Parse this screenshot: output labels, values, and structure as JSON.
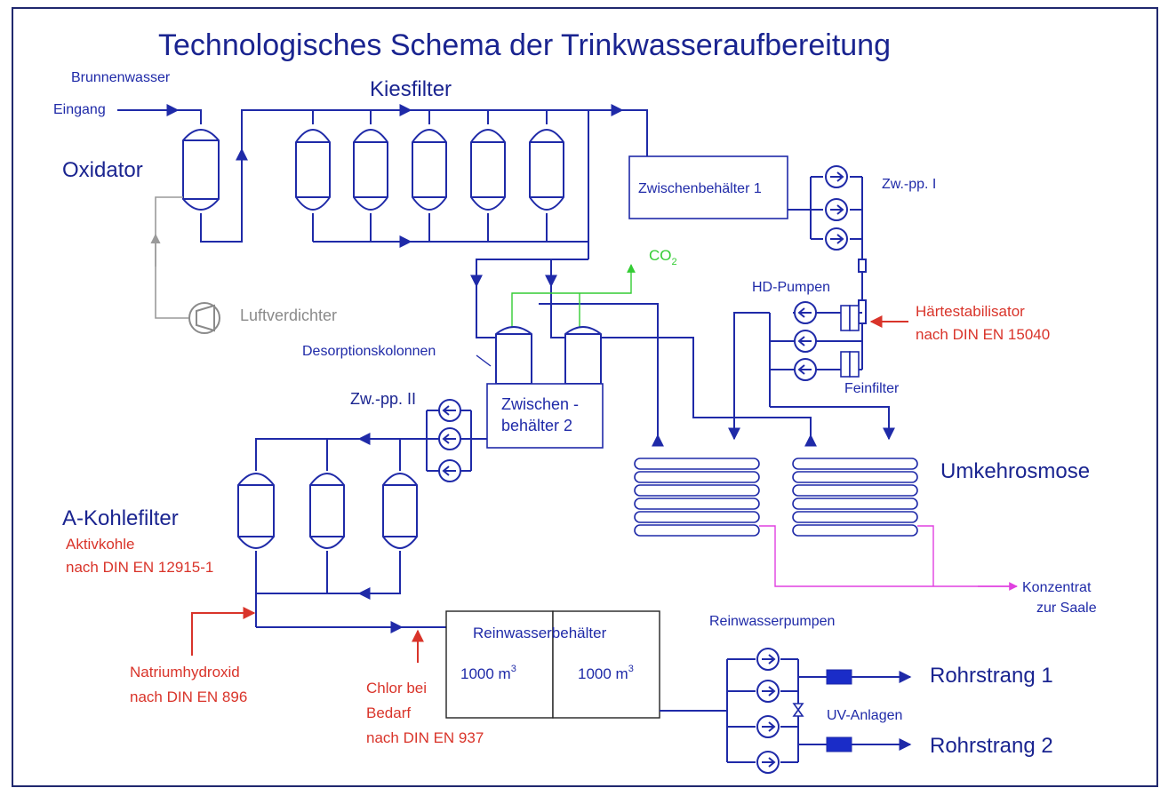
{
  "title": "Technologisches Schema der Trinkwasseraufbereitung",
  "labels": {
    "brunnenwasser": "Brunnenwasser",
    "eingang": "Eingang",
    "oxidator": "Oxidator",
    "kiesfilter": "Kiesfilter",
    "zwischenbehaelter1": "Zwischenbehälter 1",
    "zwpp1": "Zw.-pp. I",
    "co2_main": "CO",
    "co2_sub": "2",
    "luftverdichter": "Luftverdichter",
    "hd_pumpen": "HD-Pumpen",
    "haertestabilisator": "Härtestabilisator",
    "haertestabilisator_norm": "nach DIN EN 15040",
    "desorptionskolonnen": "Desorptionskolonnen",
    "feinfilter": "Feinfilter",
    "zwischenbehaelter2_line1": "Zwischen -",
    "zwischenbehaelter2_line2": "behälter 2",
    "zwpp2": "Zw.-pp. II",
    "umkehrosmose": "Umkehrosmose",
    "akohlefilter": "A-Kohlefilter",
    "aktivkohle": "Aktivkohle",
    "aktivkohle_norm": "nach DIN EN 12915-1",
    "konzentrat_line1": "Konzentrat",
    "konzentrat_line2": "zur Saale",
    "reinwasserbehaelter": "Reinwasserbehälter",
    "tank_left_value": "1000 m",
    "tank_right_value": "1000 m",
    "tank_unit_exp": "3",
    "reinwasserpumpen": "Reinwasserpumpen",
    "natriumhydroxid": "Natriumhydroxid",
    "natriumhydroxid_norm": "nach DIN EN 896",
    "chlor_line1": "Chlor bei",
    "chlor_line2": "Bedarf",
    "chlor_norm": "nach DIN EN 937",
    "uv_anlagen": "UV-Anlagen",
    "rohrstrang1": "Rohrstrang 1",
    "rohrstrang2": "Rohrstrang 2"
  },
  "colors": {
    "pipe": "#1f2aa8",
    "title": "#1a2490",
    "dosing": "#d9342a",
    "air": "#9a9a9a",
    "co2": "#33cc33",
    "concentrate": "#e040e0"
  }
}
